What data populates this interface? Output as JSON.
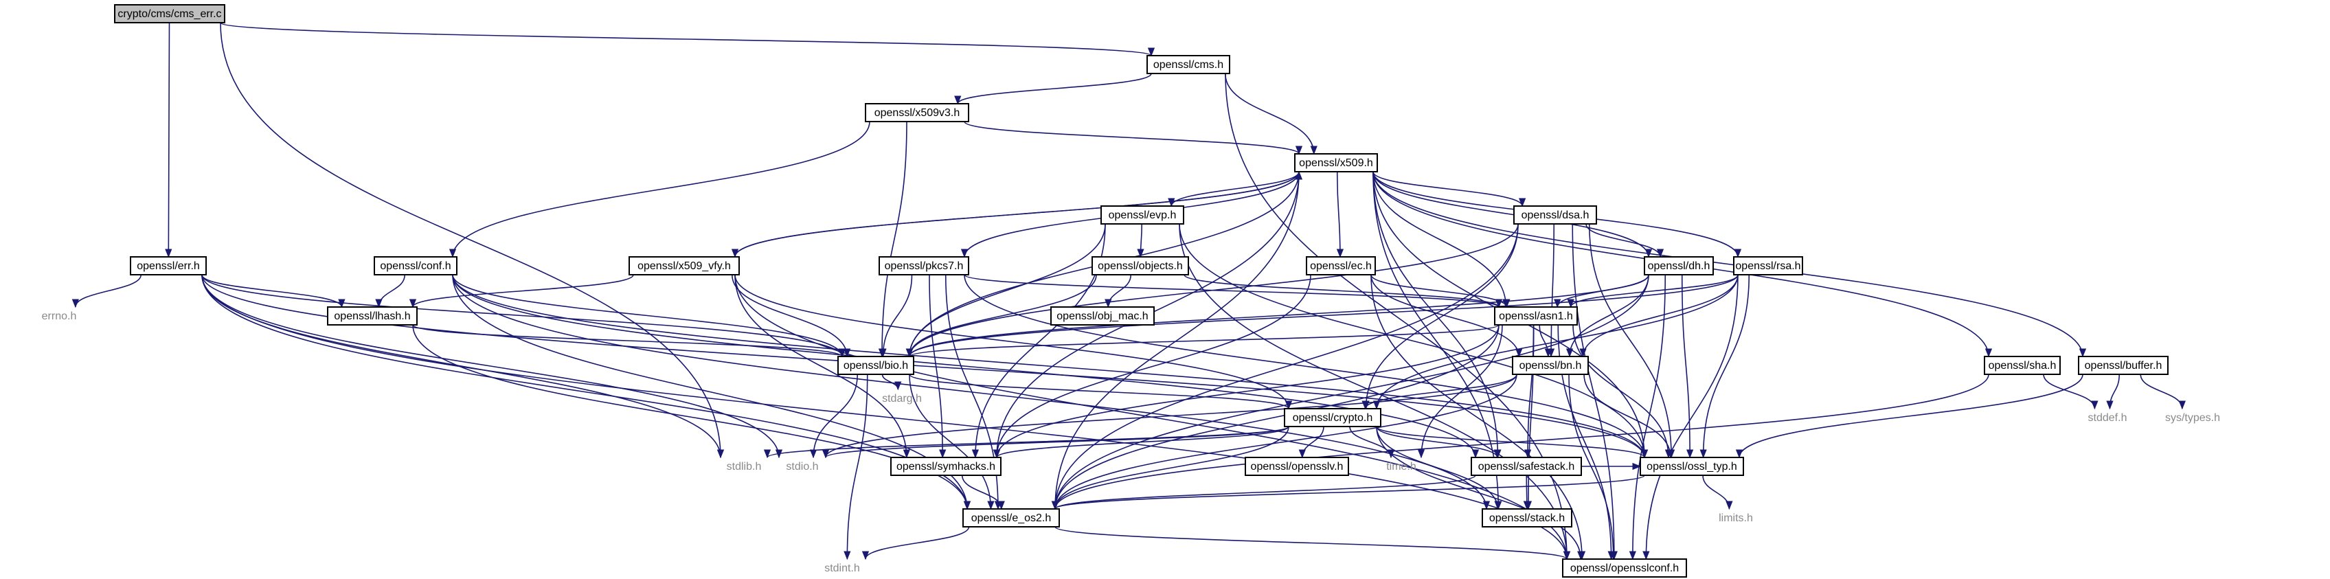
{
  "diagram": {
    "nodes": [
      {
        "id": "cms_err",
        "label": "crypto/cms/cms_err.c",
        "kind": "root"
      },
      {
        "id": "cms",
        "label": "openssl/cms.h",
        "kind": "hdr"
      },
      {
        "id": "err",
        "label": "openssl/err.h",
        "kind": "hdr"
      },
      {
        "id": "x509v3",
        "label": "openssl/x509v3.h",
        "kind": "hdr"
      },
      {
        "id": "x509",
        "label": "openssl/x509.h",
        "kind": "hdr"
      },
      {
        "id": "conf",
        "label": "openssl/conf.h",
        "kind": "hdr"
      },
      {
        "id": "evp",
        "label": "openssl/evp.h",
        "kind": "hdr"
      },
      {
        "id": "dsa",
        "label": "openssl/dsa.h",
        "kind": "hdr"
      },
      {
        "id": "x509_vfy",
        "label": "openssl/x509_vfy.h",
        "kind": "hdr"
      },
      {
        "id": "pkcs7",
        "label": "openssl/pkcs7.h",
        "kind": "hdr"
      },
      {
        "id": "objects",
        "label": "openssl/objects.h",
        "kind": "hdr"
      },
      {
        "id": "ec",
        "label": "openssl/ec.h",
        "kind": "hdr"
      },
      {
        "id": "dh",
        "label": "openssl/dh.h",
        "kind": "hdr"
      },
      {
        "id": "rsa",
        "label": "openssl/rsa.h",
        "kind": "hdr"
      },
      {
        "id": "errno",
        "label": "errno.h",
        "kind": "sys"
      },
      {
        "id": "lhash",
        "label": "openssl/lhash.h",
        "kind": "hdr"
      },
      {
        "id": "obj_mac",
        "label": "openssl/obj_mac.h",
        "kind": "hdr"
      },
      {
        "id": "asn1",
        "label": "openssl/asn1.h",
        "kind": "hdr"
      },
      {
        "id": "sha",
        "label": "openssl/sha.h",
        "kind": "hdr"
      },
      {
        "id": "buffer",
        "label": "openssl/buffer.h",
        "kind": "hdr"
      },
      {
        "id": "bio",
        "label": "openssl/bio.h",
        "kind": "hdr"
      },
      {
        "id": "bn",
        "label": "openssl/bn.h",
        "kind": "hdr"
      },
      {
        "id": "stdarg",
        "label": "stdarg.h",
        "kind": "sys"
      },
      {
        "id": "stddef",
        "label": "stddef.h",
        "kind": "sys"
      },
      {
        "id": "systypes",
        "label": "sys/types.h",
        "kind": "sys"
      },
      {
        "id": "crypto",
        "label": "openssl/crypto.h",
        "kind": "hdr"
      },
      {
        "id": "stdlib",
        "label": "stdlib.h",
        "kind": "sys"
      },
      {
        "id": "stdio",
        "label": "stdio.h",
        "kind": "sys"
      },
      {
        "id": "symhacks",
        "label": "openssl/symhacks.h",
        "kind": "hdr"
      },
      {
        "id": "opensslv",
        "label": "openssl/opensslv.h",
        "kind": "hdr"
      },
      {
        "id": "time",
        "label": "time.h",
        "kind": "sys"
      },
      {
        "id": "safestack",
        "label": "openssl/safestack.h",
        "kind": "hdr"
      },
      {
        "id": "ossl_typ",
        "label": "openssl/ossl_typ.h",
        "kind": "hdr"
      },
      {
        "id": "limits",
        "label": "limits.h",
        "kind": "sys"
      },
      {
        "id": "e_os2",
        "label": "openssl/e_os2.h",
        "kind": "hdr"
      },
      {
        "id": "stack",
        "label": "openssl/stack.h",
        "kind": "hdr"
      },
      {
        "id": "stdint",
        "label": "stdint.h",
        "kind": "sys"
      },
      {
        "id": "opensslconf",
        "label": "openssl/opensslconf.h",
        "kind": "hdr"
      }
    ],
    "edges": [
      [
        "cms_err",
        "cms"
      ],
      [
        "cms_err",
        "err"
      ],
      [
        "cms_err",
        "stdlib"
      ],
      [
        "cms",
        "x509v3"
      ],
      [
        "cms",
        "x509"
      ],
      [
        "cms",
        "opensslconf"
      ],
      [
        "x509v3",
        "bio"
      ],
      [
        "x509v3",
        "x509"
      ],
      [
        "x509v3",
        "conf"
      ],
      [
        "x509",
        "e_os2"
      ],
      [
        "x509",
        "symhacks"
      ],
      [
        "x509",
        "buffer"
      ],
      [
        "x509",
        "evp"
      ],
      [
        "x509",
        "bio"
      ],
      [
        "x509",
        "stack"
      ],
      [
        "x509",
        "asn1"
      ],
      [
        "x509",
        "safestack"
      ],
      [
        "x509",
        "ec"
      ],
      [
        "x509",
        "dsa"
      ],
      [
        "x509",
        "dh"
      ],
      [
        "x509",
        "rsa"
      ],
      [
        "x509",
        "sha"
      ],
      [
        "x509",
        "ossl_typ"
      ],
      [
        "x509",
        "x509_vfy"
      ],
      [
        "x509",
        "pkcs7"
      ],
      [
        "err",
        "stdio"
      ],
      [
        "err",
        "stdlib"
      ],
      [
        "err",
        "ossl_typ"
      ],
      [
        "err",
        "bio"
      ],
      [
        "err",
        "lhash"
      ],
      [
        "err",
        "errno"
      ],
      [
        "err",
        "e_os2"
      ],
      [
        "err",
        "opensslconf"
      ],
      [
        "conf",
        "bio"
      ],
      [
        "conf",
        "lhash"
      ],
      [
        "conf",
        "stack"
      ],
      [
        "conf",
        "safestack"
      ],
      [
        "conf",
        "e_os2"
      ],
      [
        "conf",
        "ossl_typ"
      ],
      [
        "evp",
        "opensslconf"
      ],
      [
        "evp",
        "ossl_typ"
      ],
      [
        "evp",
        "symhacks"
      ],
      [
        "evp",
        "bio"
      ],
      [
        "evp",
        "objects"
      ],
      [
        "objects",
        "obj_mac"
      ],
      [
        "objects",
        "bio"
      ],
      [
        "objects",
        "asn1"
      ],
      [
        "x509_vfy",
        "x509"
      ],
      [
        "x509_vfy",
        "lhash"
      ],
      [
        "x509_vfy",
        "bio"
      ],
      [
        "x509_vfy",
        "crypto"
      ],
      [
        "x509_vfy",
        "symhacks"
      ],
      [
        "x509_vfy",
        "opensslconf"
      ],
      [
        "pkcs7",
        "asn1"
      ],
      [
        "pkcs7",
        "bio"
      ],
      [
        "pkcs7",
        "e_os2"
      ],
      [
        "pkcs7",
        "symhacks"
      ],
      [
        "pkcs7",
        "ossl_typ"
      ],
      [
        "dsa",
        "e_os2"
      ],
      [
        "dsa",
        "bio"
      ],
      [
        "dsa",
        "crypto"
      ],
      [
        "dsa",
        "ossl_typ"
      ],
      [
        "dsa",
        "bn"
      ],
      [
        "dsa",
        "dh"
      ],
      [
        "dsa",
        "opensslconf"
      ],
      [
        "ec",
        "asn1"
      ],
      [
        "ec",
        "symhacks"
      ],
      [
        "ec",
        "bn"
      ],
      [
        "ec",
        "opensslconf"
      ],
      [
        "dh",
        "e_os2"
      ],
      [
        "dh",
        "bio"
      ],
      [
        "dh",
        "ossl_typ"
      ],
      [
        "dh",
        "bn"
      ],
      [
        "dh",
        "opensslconf"
      ],
      [
        "dh",
        "asn1"
      ],
      [
        "rsa",
        "asn1"
      ],
      [
        "rsa",
        "bio"
      ],
      [
        "rsa",
        "crypto"
      ],
      [
        "rsa",
        "ossl_typ"
      ],
      [
        "rsa",
        "bn"
      ],
      [
        "rsa",
        "opensslconf"
      ],
      [
        "sha",
        "e_os2"
      ],
      [
        "sha",
        "stddef"
      ],
      [
        "buffer",
        "ossl_typ"
      ],
      [
        "buffer",
        "stddef"
      ],
      [
        "buffer",
        "systypes"
      ],
      [
        "lhash",
        "e_os2"
      ],
      [
        "lhash",
        "bio"
      ],
      [
        "asn1",
        "time"
      ],
      [
        "asn1",
        "e_os2"
      ],
      [
        "asn1",
        "bio"
      ],
      [
        "asn1",
        "stack"
      ],
      [
        "asn1",
        "safestack"
      ],
      [
        "asn1",
        "asn1"
      ],
      [
        "asn1",
        "symhacks"
      ],
      [
        "asn1",
        "ossl_typ"
      ],
      [
        "asn1",
        "bn"
      ],
      [
        "asn1",
        "opensslconf"
      ],
      [
        "bio",
        "e_os2"
      ],
      [
        "bio",
        "stdio"
      ],
      [
        "bio",
        "stdarg"
      ],
      [
        "bio",
        "crypto"
      ],
      [
        "bio",
        "stdint"
      ],
      [
        "bn",
        "e_os2"
      ],
      [
        "bn",
        "stdio"
      ],
      [
        "bn",
        "ossl_typ"
      ],
      [
        "bn",
        "crypto"
      ],
      [
        "bn",
        "opensslconf"
      ],
      [
        "crypto",
        "stdlib"
      ],
      [
        "crypto",
        "e_os2"
      ],
      [
        "crypto",
        "stack"
      ],
      [
        "crypto",
        "safestack"
      ],
      [
        "crypto",
        "opensslv"
      ],
      [
        "crypto",
        "ossl_typ"
      ],
      [
        "crypto",
        "symhacks"
      ],
      [
        "crypto",
        "opensslconf"
      ],
      [
        "crypto",
        "stdio"
      ],
      [
        "crypto",
        "time"
      ],
      [
        "safestack",
        "stack"
      ],
      [
        "safestack",
        "ossl_typ"
      ],
      [
        "safestack",
        "e_os2"
      ],
      [
        "ossl_typ",
        "e_os2"
      ],
      [
        "ossl_typ",
        "limits"
      ],
      [
        "symhacks",
        "e_os2"
      ],
      [
        "e_os2",
        "opensslconf"
      ],
      [
        "e_os2",
        "stdint"
      ]
    ]
  }
}
